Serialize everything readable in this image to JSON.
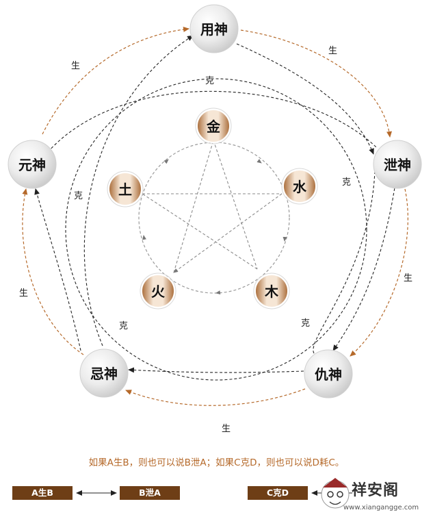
{
  "outer_nodes": {
    "yongshen": "用神",
    "xieshen": "泄神",
    "choushen": "仇神",
    "jishen": "忌神",
    "yuanshen": "元神"
  },
  "elements": {
    "jin": "金",
    "shui": "水",
    "mu": "木",
    "huo": "火",
    "tu": "土"
  },
  "edge_labels": {
    "sheng": "生",
    "ke": "克"
  },
  "caption": "如果A生B，则也可以说B泄A；如果C克D，则也可以说D耗C。",
  "legend": {
    "box_a": "A生B",
    "box_b": "B泄A",
    "box_c": "C克D"
  },
  "watermark": {
    "title": "祥安阁",
    "url": "www.xiangangge.com"
  },
  "colors": {
    "sheng_arrow": "#b5692a",
    "ke_arrow": "#222222",
    "inner_arrow": "#777777",
    "element_dark": "#a86a36",
    "element_light": "#f6e6d5",
    "node_fill": "#e4e4e4",
    "box_fill": "#6e3e16"
  }
}
